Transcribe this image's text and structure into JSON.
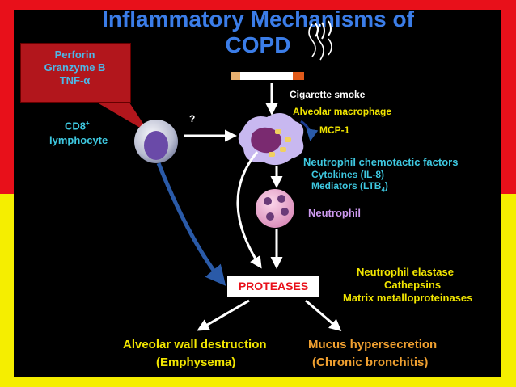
{
  "title_line1": "Inflammatory Mechanisms of",
  "title_line2": "COPD",
  "callout": {
    "line1": "Perforin",
    "line2": "Granzyme B",
    "line3": "TNF-α"
  },
  "cd8": {
    "label": "CD8",
    "sup": "+",
    "line2": "lymphocyte"
  },
  "question_mark": "?",
  "cigarette_smoke": "Cigarette smoke",
  "alveolar_macrophage": "Alveolar macrophage",
  "mcp1": "MCP-1",
  "chemotactic": {
    "title": "Neutrophil chemotactic factors",
    "cytokines": "Cytokines (IL-8)",
    "mediators_prefix": "Mediators (LTB",
    "mediators_sub": "4",
    "mediators_suffix": ")"
  },
  "neutrophil": "Neutrophil",
  "proteases": "PROTEASES",
  "protease_list": {
    "item1": "Neutrophil elastase",
    "item2": "Cathepsins",
    "item3": "Matrix metalloproteinases"
  },
  "outcome_left": {
    "line1": "Alveolar wall destruction",
    "line2": "(Emphysema)"
  },
  "outcome_right": {
    "line1": "Mucus hypersecretion",
    "line2": "(Chronic bronchitis)"
  },
  "colors": {
    "red": "#e8101a",
    "yellow": "#f5ee00",
    "title_blue": "#3b7de8",
    "cyan": "#3ec8e0"
  }
}
